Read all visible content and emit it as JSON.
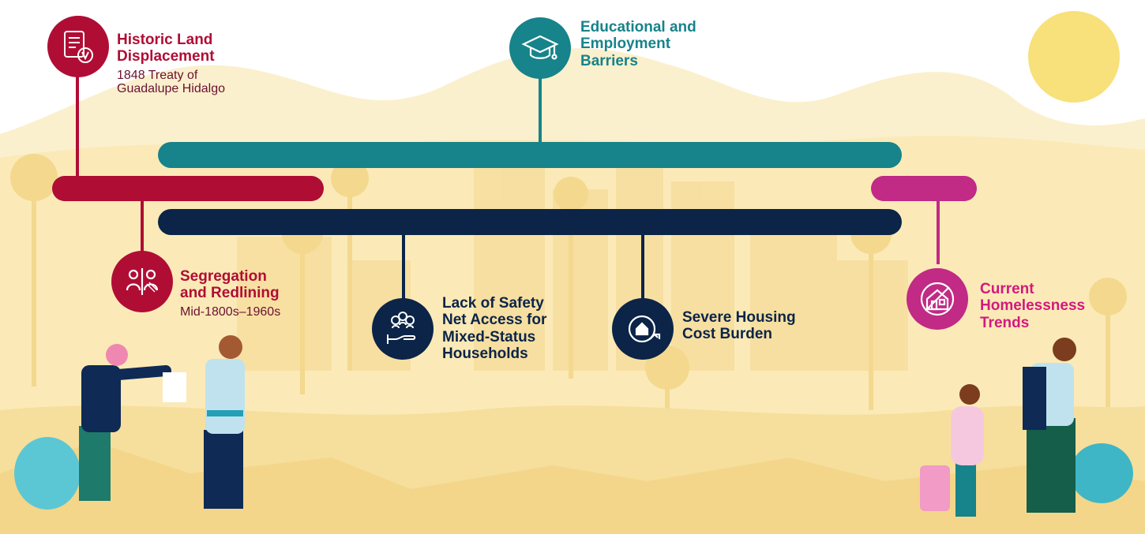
{
  "colors": {
    "red": "#b00d35",
    "teal": "#17838a",
    "navy": "#0b2448",
    "pink": "#c12a85",
    "sun": "#f7e07c",
    "background": "#fdf1c9"
  },
  "items": [
    {
      "id": "historic",
      "title": "Historic Land\nDisplacement",
      "subtitle": "1848 Treaty of\nGuadalupe Hidalgo",
      "icon": "treaty-document-icon",
      "color": "red"
    },
    {
      "id": "education",
      "title": "Educational and\nEmployment\nBarriers",
      "icon": "graduation-cap-icon",
      "color": "teal"
    },
    {
      "id": "segregation",
      "title": "Segregation\nand Redlining",
      "subtitle": "Mid-1800s–1960s",
      "icon": "segregation-people-icon",
      "color": "red"
    },
    {
      "id": "safetynet",
      "title": "Lack of Safety\nNet Access for\nMixed-Status\nHouseholds",
      "icon": "community-hand-icon",
      "color": "navy"
    },
    {
      "id": "housingcost",
      "title": "Severe Housing\nCost Burden",
      "icon": "house-cost-rising-icon",
      "color": "navy"
    },
    {
      "id": "homelessness",
      "title": "Current\nHomelessness\nTrends",
      "icon": "no-home-icon",
      "color": "pink"
    }
  ]
}
